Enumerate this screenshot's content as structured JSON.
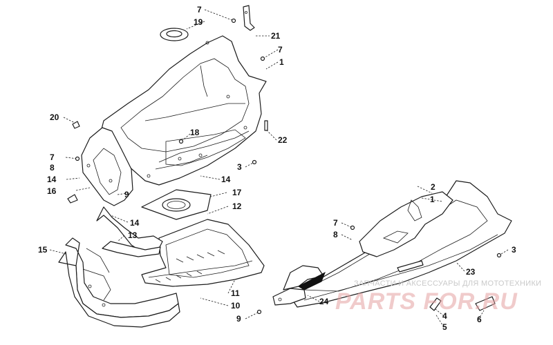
{
  "callouts": [
    {
      "id": "c7a",
      "text": "7"
    },
    {
      "id": "c19",
      "text": "19"
    },
    {
      "id": "c21",
      "text": "21"
    },
    {
      "id": "c7b",
      "text": "7"
    },
    {
      "id": "c1a",
      "text": "1"
    },
    {
      "id": "c20",
      "text": "20"
    },
    {
      "id": "c18",
      "text": "18"
    },
    {
      "id": "c22",
      "text": "22"
    },
    {
      "id": "c7c",
      "text": "7"
    },
    {
      "id": "c8a",
      "text": "8"
    },
    {
      "id": "c3a",
      "text": "3"
    },
    {
      "id": "c14a",
      "text": "14"
    },
    {
      "id": "c14b",
      "text": "14"
    },
    {
      "id": "c16",
      "text": "16"
    },
    {
      "id": "c9a",
      "text": "9"
    },
    {
      "id": "c17",
      "text": "17"
    },
    {
      "id": "c12",
      "text": "12"
    },
    {
      "id": "c14c",
      "text": "14"
    },
    {
      "id": "c13",
      "text": "13"
    },
    {
      "id": "c15",
      "text": "15"
    },
    {
      "id": "c2",
      "text": "2"
    },
    {
      "id": "c1b",
      "text": "1"
    },
    {
      "id": "c7d",
      "text": "7"
    },
    {
      "id": "c8b",
      "text": "8"
    },
    {
      "id": "c3b",
      "text": "3"
    },
    {
      "id": "c23",
      "text": "23"
    },
    {
      "id": "c11",
      "text": "11"
    },
    {
      "id": "c10",
      "text": "10"
    },
    {
      "id": "c24",
      "text": "24"
    },
    {
      "id": "c9b",
      "text": "9"
    },
    {
      "id": "c4",
      "text": "4"
    },
    {
      "id": "c5",
      "text": "5"
    },
    {
      "id": "c6",
      "text": "6"
    }
  ],
  "watermark": {
    "tagline": "ЗАПЧАСТИ И АКСЕССУАРЫ ДЛЯ МОТОТЕХНИКИ",
    "logo": "PARTS FOR.RU"
  }
}
